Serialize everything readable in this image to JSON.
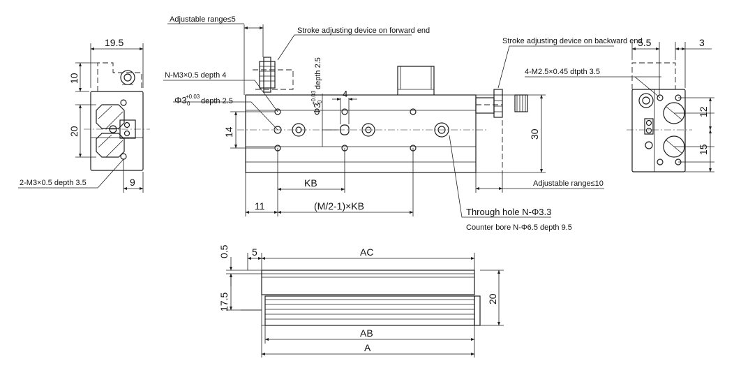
{
  "labels": {
    "adj_forward": "Adjustable range≤5",
    "stroke_forward": "Stroke adjusting device on forward end",
    "stroke_backward": "Stroke adjusting device on backward end",
    "n_m3": "N-M3×0.5 depth 4",
    "phi3": "Φ3",
    "tol_upper": "+0.03",
    "tol_lower": "0",
    "depth25": "depth 2.5",
    "two_m3": "2-M3×0.5 depth 3.5",
    "four_m25": "4-M2.5×0.45 dtpth 3.5",
    "adj_backward": "Adjustable range≤10",
    "through_hole": "Through hole N-Φ3.3",
    "counter_bore": "Counter bore N-Φ6.5 depth 9.5"
  },
  "dims": {
    "d19_5": "19.5",
    "d10": "10",
    "d20_left": "20",
    "d9": "9",
    "d4": "4",
    "d14": "14",
    "d30": "30",
    "kb": "KB",
    "d11": "11",
    "mkb": "(M/2-1)×KB",
    "d5_5": "5.5",
    "d3": "3",
    "d12": "12",
    "d15": "15",
    "d0_5": "0.5",
    "d5": "5",
    "ac": "AC",
    "d17_5": "17.5",
    "d20_bottom": "20",
    "ab": "AB",
    "a": "A"
  }
}
